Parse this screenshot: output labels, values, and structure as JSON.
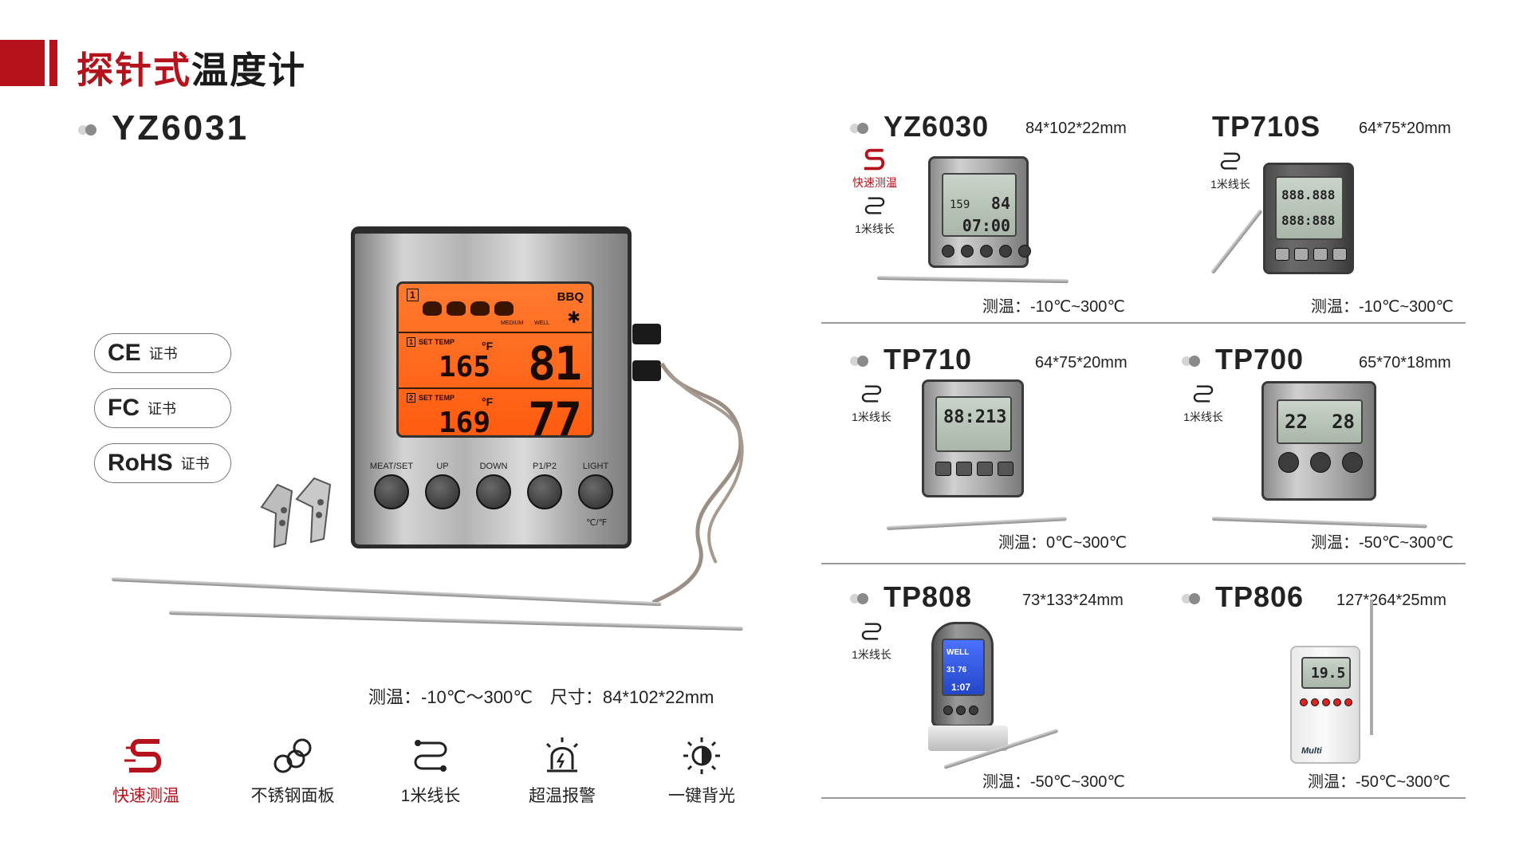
{
  "header": {
    "title_red": "探针式",
    "title_black": "温度计"
  },
  "main_product": {
    "model": "YZ6031",
    "lcd": {
      "bbq": "BBQ",
      "p1_label": "1",
      "p1_set_label": "SET TEMP",
      "p1_set": "165",
      "p1_temp": "81",
      "p2_label": "2",
      "p2_set_label": "SET TEMP",
      "p2_set": "169",
      "p2_temp": "77",
      "unit": "°F",
      "medium": "MEDIUM",
      "well": "WELL"
    },
    "buttons": [
      "MEAT/SET",
      "UP",
      "DOWN",
      "P1/P2",
      "LIGHT"
    ],
    "cf_label": "℃/℉",
    "spec": "测温：-10℃～300℃　尺寸：84*102*22mm"
  },
  "certificates": [
    {
      "mark": "CE",
      "label": "证书"
    },
    {
      "mark": "FC",
      "label": "证书"
    },
    {
      "mark": "RoHS",
      "label": "证书"
    }
  ],
  "features": [
    {
      "icon": "fast-measure-icon",
      "label": "快速测温"
    },
    {
      "icon": "stainless-panel-icon",
      "label": "不锈钢面板"
    },
    {
      "icon": "cable-icon",
      "label": "1米线长"
    },
    {
      "icon": "alarm-icon",
      "label": "超温报警"
    },
    {
      "icon": "backlight-icon",
      "label": "一键背光"
    }
  ],
  "products": [
    {
      "model": "YZ6030",
      "dim": "84*102*22mm",
      "temp": "测温：-10℃~300℃",
      "tags": [
        "快速测温",
        "1米线长"
      ],
      "screen": [
        "159",
        "84",
        "07:00"
      ]
    },
    {
      "model": "TP710S",
      "dim": "64*75*20mm",
      "temp": "测温：-10℃~300℃",
      "tags": [
        "1米线长"
      ],
      "screen": [
        "888.888",
        "888:888"
      ]
    },
    {
      "model": "TP710",
      "dim": "64*75*20mm",
      "temp": "测温：0℃~300℃",
      "tags": [
        "1米线长"
      ],
      "screen": [
        "88:213"
      ]
    },
    {
      "model": "TP700",
      "dim": "65*70*18mm",
      "temp": "测温：-50℃~300℃",
      "tags": [
        "1米线长"
      ],
      "screen": [
        "22",
        "28"
      ]
    },
    {
      "model": "TP808",
      "dim": "73*133*24mm",
      "temp": "测温：-50℃~300℃",
      "tags": [
        "1米线长"
      ],
      "screen": [
        "WELL",
        "31 76",
        "1:07"
      ]
    },
    {
      "model": "TP806",
      "dim": "127*264*25mm",
      "temp": "测温：-50℃~300℃",
      "tags": [],
      "screen": [
        "19.5"
      ],
      "brand": "Multi"
    }
  ],
  "colors": {
    "accent": "#b5121b",
    "lcd_orange": "#ff6a1e"
  }
}
